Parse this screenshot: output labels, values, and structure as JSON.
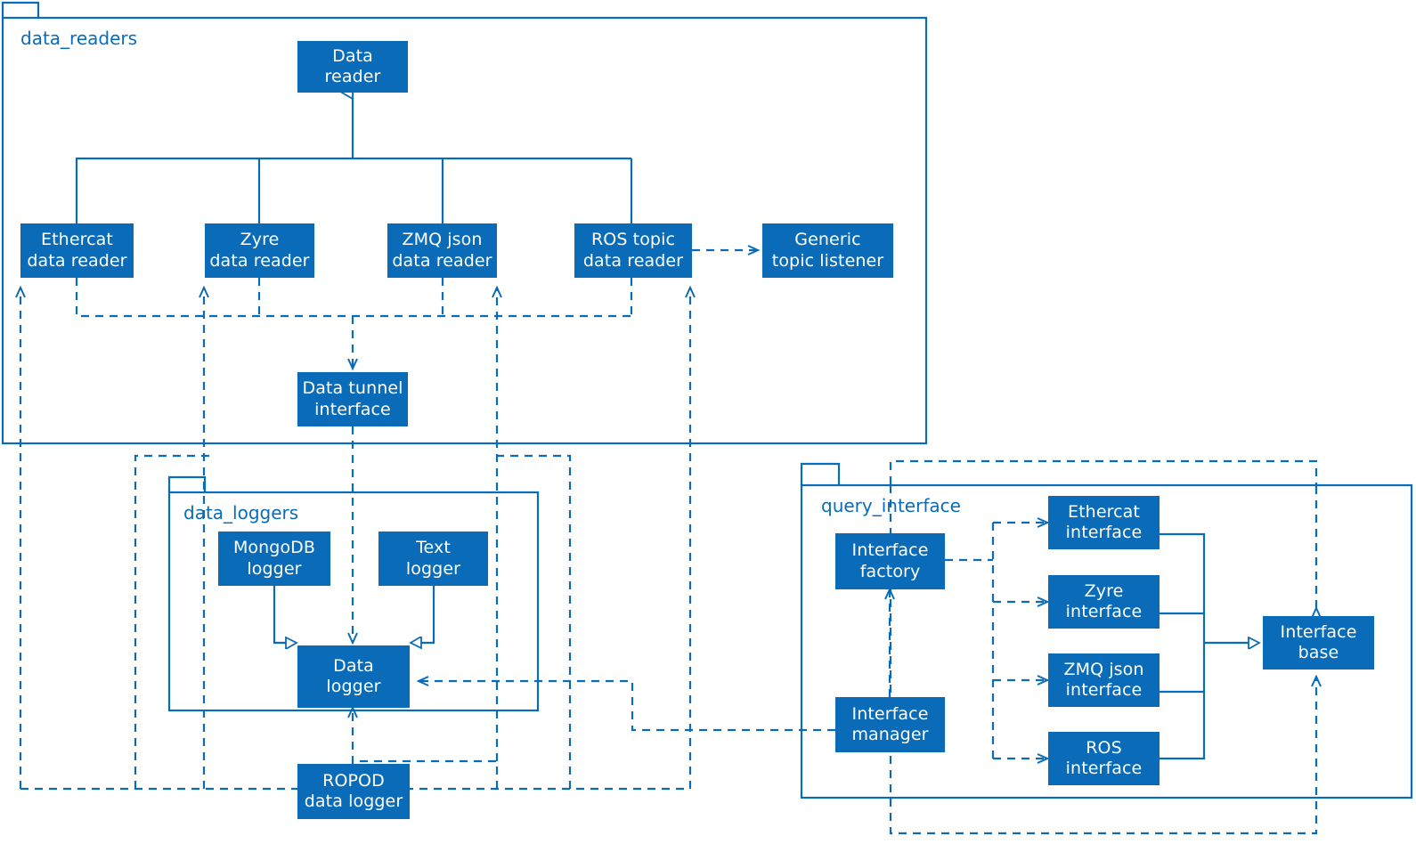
{
  "diagram": {
    "title": "data_readers / data_loggers / query_interface component diagram",
    "accent_color": "#0a6cb8",
    "background_color": "#ffffff"
  },
  "packages": [
    {
      "id": "data_readers",
      "label": "data_readers"
    },
    {
      "id": "data_loggers",
      "label": "data_loggers"
    },
    {
      "id": "query_interface",
      "label": "query_interface"
    }
  ],
  "nodes": {
    "data_reader": {
      "lines": [
        "Data",
        "reader"
      ]
    },
    "ethercat_data_reader": {
      "lines": [
        "Ethercat",
        "data reader"
      ]
    },
    "zyre_data_reader": {
      "lines": [
        "Zyre",
        "data reader"
      ]
    },
    "zmq_json_data_reader": {
      "lines": [
        "ZMQ json",
        "data reader"
      ]
    },
    "ros_topic_data_reader": {
      "lines": [
        "ROS topic",
        "data reader"
      ]
    },
    "generic_topic_listener": {
      "lines": [
        "Generic",
        "topic listener"
      ]
    },
    "data_tunnel_interface": {
      "lines": [
        "Data tunnel",
        "interface"
      ]
    },
    "mongodb_logger": {
      "lines": [
        "MongoDB",
        "logger"
      ]
    },
    "text_logger": {
      "lines": [
        "Text",
        "logger"
      ]
    },
    "data_logger": {
      "lines": [
        "Data",
        "logger"
      ]
    },
    "ropod_data_logger": {
      "lines": [
        "ROPOD",
        "data logger"
      ]
    },
    "interface_factory": {
      "lines": [
        "Interface",
        "factory"
      ]
    },
    "interface_manager": {
      "lines": [
        "Interface",
        "manager"
      ]
    },
    "ethercat_interface": {
      "lines": [
        "Ethercat",
        "interface"
      ]
    },
    "zyre_interface": {
      "lines": [
        "Zyre",
        "interface"
      ]
    },
    "zmq_json_interface": {
      "lines": [
        "ZMQ json",
        "interface"
      ]
    },
    "ros_interface": {
      "lines": [
        "ROS",
        "interface"
      ]
    },
    "interface_base": {
      "lines": [
        "Interface",
        "base"
      ]
    }
  },
  "relations": [
    {
      "from": "ethercat_data_reader",
      "to": "data_reader",
      "type": "generalization"
    },
    {
      "from": "zyre_data_reader",
      "to": "data_reader",
      "type": "generalization"
    },
    {
      "from": "zmq_json_data_reader",
      "to": "data_reader",
      "type": "generalization"
    },
    {
      "from": "ros_topic_data_reader",
      "to": "data_reader",
      "type": "generalization"
    },
    {
      "from": "ros_topic_data_reader",
      "to": "generic_topic_listener",
      "type": "dependency"
    },
    {
      "from": "data_readers_bus",
      "to": "data_tunnel_interface",
      "type": "dependency"
    },
    {
      "from": "mongodb_logger",
      "to": "data_logger",
      "type": "generalization"
    },
    {
      "from": "text_logger",
      "to": "data_logger",
      "type": "generalization"
    },
    {
      "from": "data_tunnel_interface",
      "to": "data_logger",
      "type": "dependency"
    },
    {
      "from": "ropod_data_logger",
      "to": "data_logger",
      "type": "generalization"
    },
    {
      "from": "interface_manager",
      "to": "interface_factory",
      "type": "generalization"
    },
    {
      "from": "interface_manager",
      "to": "data_logger",
      "type": "dependency"
    },
    {
      "from": "interface_factory",
      "to": "ethercat_interface",
      "type": "dependency"
    },
    {
      "from": "interface_factory",
      "to": "zyre_interface",
      "type": "dependency"
    },
    {
      "from": "interface_factory",
      "to": "zmq_json_interface",
      "type": "dependency"
    },
    {
      "from": "interface_factory",
      "to": "ros_interface",
      "type": "dependency"
    },
    {
      "from": "ethercat_interface",
      "to": "interface_base",
      "type": "generalization"
    },
    {
      "from": "zyre_interface",
      "to": "interface_base",
      "type": "generalization"
    },
    {
      "from": "zmq_json_interface",
      "to": "interface_base",
      "type": "generalization"
    },
    {
      "from": "ros_interface",
      "to": "interface_base",
      "type": "generalization"
    },
    {
      "from": "interface_base",
      "to": "ethercat_data_reader",
      "type": "dependency"
    },
    {
      "from": "interface_base",
      "to": "zyre_data_reader",
      "type": "dependency"
    },
    {
      "from": "interface_base",
      "to": "zmq_json_data_reader",
      "type": "dependency"
    },
    {
      "from": "interface_base",
      "to": "ros_topic_data_reader",
      "type": "dependency"
    }
  ]
}
